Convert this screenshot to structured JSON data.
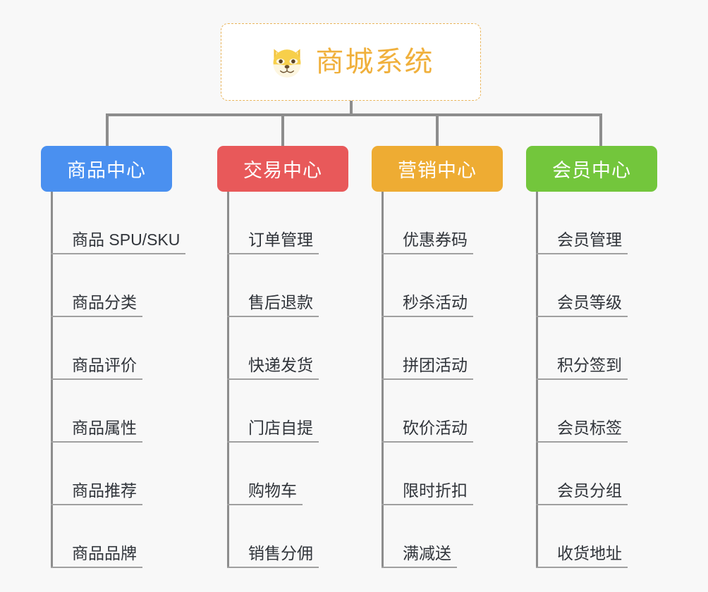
{
  "background_color": "#f8f8f8",
  "root": {
    "icon": "shiba-inu-icon",
    "title": "商城系统",
    "title_color": "#f0b03c",
    "border_color": "#e9b55c"
  },
  "connector_color": "#8d8d8d",
  "branches": [
    {
      "id": "product-center",
      "label": "商品中心",
      "color": "#4a90f0",
      "items": [
        "商品 SPU/SKU",
        "商品分类",
        "商品评价",
        "商品属性",
        "商品推荐",
        "商品品牌"
      ]
    },
    {
      "id": "trade-center",
      "label": "交易中心",
      "color": "#e8595a",
      "items": [
        "订单管理",
        "售后退款",
        "快递发货",
        "门店自提",
        "购物车",
        "销售分佣"
      ]
    },
    {
      "id": "marketing-center",
      "label": "营销中心",
      "color": "#eeac33",
      "items": [
        "优惠券码",
        "秒杀活动",
        "拼团活动",
        "砍价活动",
        "限时折扣",
        "满减送"
      ]
    },
    {
      "id": "member-center",
      "label": "会员中心",
      "color": "#73c63c",
      "items": [
        "会员管理",
        "会员等级",
        "积分签到",
        "会员标签",
        "会员分组",
        "收货地址"
      ]
    }
  ]
}
